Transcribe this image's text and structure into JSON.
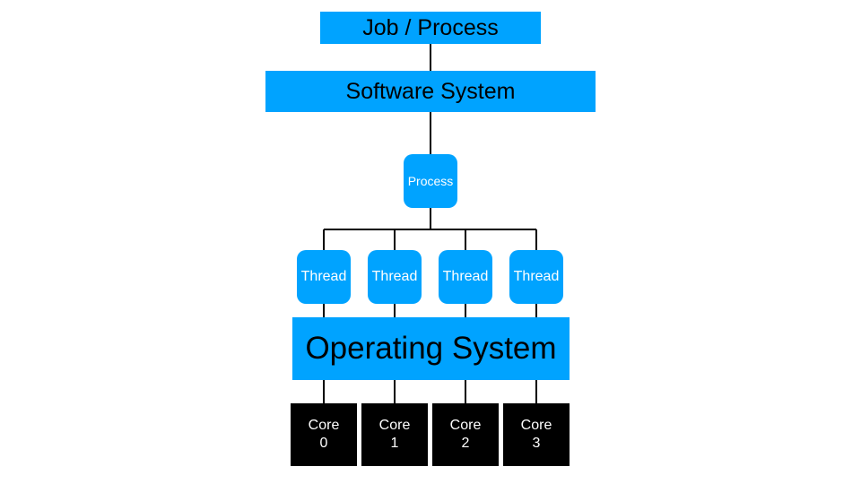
{
  "diagram": {
    "job_label": "Job / Process",
    "software_label": "Software System",
    "process_label": "Process",
    "threads": [
      "Thread",
      "Thread",
      "Thread",
      "Thread"
    ],
    "os_label": "Operating System",
    "cores": [
      {
        "name": "Core",
        "index": "0"
      },
      {
        "name": "Core",
        "index": "1"
      },
      {
        "name": "Core",
        "index": "2"
      },
      {
        "name": "Core",
        "index": "3"
      }
    ]
  },
  "colors": {
    "accent_blue": "#00a3ff",
    "core_black": "#000000",
    "connector": "#000000",
    "background": "#ffffff"
  }
}
